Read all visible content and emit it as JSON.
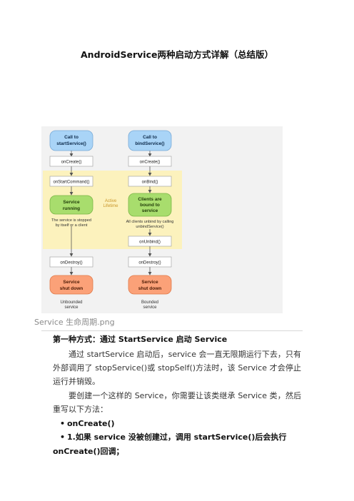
{
  "doc": {
    "title": "AndroidService两种启动方式详解（总结版）",
    "caption": "Service 生命周期.png",
    "heading1": "第一种方式：通过 StartService 启动 Service",
    "para1": "通过 startService 启动后，service 会一直无限期运行下去，只有外部调用了 stopService()或 stopSelf()方法时，该 Service 才会停止运行并销毁。",
    "para2": "要创建一个这样的 Service，你需要让该类继承 Service 类，然后重写以下方法：",
    "bullet1": "onCreate()",
    "bullet2": "1.如果 service 没被创建过，调用 startService()后会执行",
    "bullet2_cont": "onCreate()回调；"
  },
  "diagram": {
    "left": {
      "start": [
        "Call to",
        "startService()"
      ],
      "create": "onCreate()",
      "command": "onStartCommand()",
      "running": [
        "Service",
        "running"
      ],
      "note": [
        "The service is stopped",
        "by itself or a client"
      ],
      "destroy": "onDestroy()",
      "shutdown": [
        "Service",
        "shut down"
      ],
      "label": [
        "Unbounded",
        "service"
      ]
    },
    "right": {
      "start": [
        "Call to",
        "bindService()"
      ],
      "create": "onCreate()",
      "bind": "onBind()",
      "clients": [
        "Clients are",
        "bound to",
        "service"
      ],
      "note": [
        "All clients unbind by calling",
        "unbindService()"
      ],
      "unbind": "onUnbind()",
      "destroy": "onDestroy()",
      "shutdown": [
        "Service",
        "shut down"
      ],
      "label": [
        "Bounded",
        "service"
      ]
    },
    "active": [
      "Active",
      "Lifetime"
    ],
    "colors": {
      "blue": "#a9d4f7",
      "green": "#a8dd6d",
      "orange": "#fba178",
      "active": "#fcf2bd",
      "active_text": "#c9962a"
    }
  }
}
